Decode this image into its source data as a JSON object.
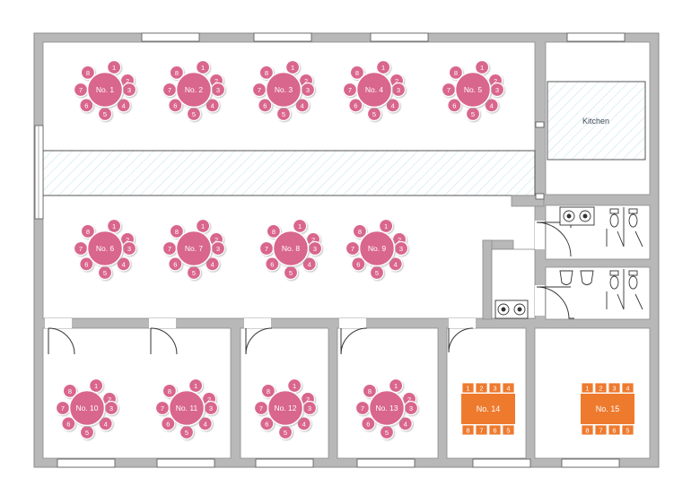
{
  "colors": {
    "wall": "#b8b8b8",
    "wall_edge": "#8a8a8a",
    "room_fill": "#ffffff",
    "round_table": "#d9668c",
    "seat_fill": "#ffffff",
    "seat_stroke": "#d9668c",
    "rect_table": "#ee7a2e",
    "hatch": "#bde3ee"
  },
  "rooms": {
    "kitchen_label": "Kitchen"
  },
  "round_tables": [
    {
      "label": "No. 1"
    },
    {
      "label": "No. 2"
    },
    {
      "label": "No. 3"
    },
    {
      "label": "No. 4"
    },
    {
      "label": "No. 5"
    },
    {
      "label": "No. 6"
    },
    {
      "label": "No. 7"
    },
    {
      "label": "No. 8"
    },
    {
      "label": "No. 9"
    },
    {
      "label": "No. 10"
    },
    {
      "label": "No. 11"
    },
    {
      "label": "No. 12"
    },
    {
      "label": "No. 13"
    }
  ],
  "round_seat_labels": [
    "1",
    "2",
    "3",
    "4",
    "5",
    "6",
    "7",
    "8"
  ],
  "rect_tables": [
    {
      "label": "No. 14",
      "top_chairs": [
        "1",
        "2",
        "3",
        "4"
      ],
      "bottom_chairs": [
        "8",
        "7",
        "6",
        "5"
      ]
    },
    {
      "label": "No. 15",
      "top_chairs": [
        "1",
        "2",
        "3",
        "4"
      ],
      "bottom_chairs": [
        "8",
        "7",
        "6",
        "5"
      ]
    }
  ]
}
